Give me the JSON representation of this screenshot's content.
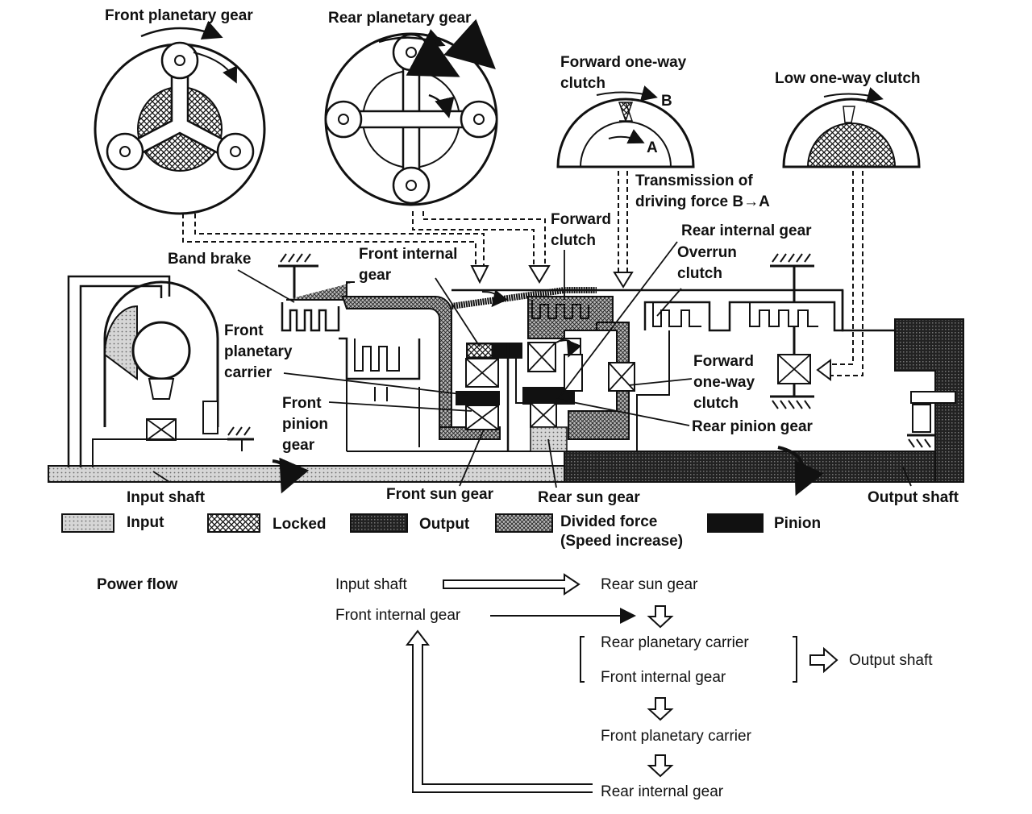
{
  "diagram": {
    "top_labels": {
      "front_planetary_gear": "Front planetary gear",
      "rear_planetary_gear": "Rear planetary gear",
      "forward_one_way_clutch_top": "Forward one-way clutch",
      "low_one_way_clutch": "Low one-way clutch",
      "label_b": "B",
      "label_a": "A",
      "transmission_note_line1": "Transmission of",
      "transmission_note_line2": "driving force B→A"
    },
    "component_labels": {
      "band_brake": "Band brake",
      "front_internal_gear": "Front internal gear",
      "forward_clutch": "Forward clutch",
      "rear_internal_gear": "Rear internal gear",
      "overrun_clutch": "Overrun clutch",
      "front_planetary_carrier": "Front planetary carrier",
      "forward_one_way_clutch": "Forward one-way clutch",
      "front_pinion_gear": "Front pinion gear",
      "rear_pinion_gear": "Rear pinion gear",
      "input_shaft": "Input shaft",
      "front_sun_gear": "Front sun gear",
      "rear_sun_gear": "Rear sun gear",
      "output_shaft": "Output shaft"
    },
    "legend": [
      {
        "label": "Input",
        "pattern": "input"
      },
      {
        "label": "Locked",
        "pattern": "locked"
      },
      {
        "label": "Output",
        "pattern": "output"
      },
      {
        "label": "Divided force (Speed increase)",
        "pattern": "divided"
      },
      {
        "label": "Pinion",
        "pattern": "pinion"
      }
    ]
  },
  "power_flow": {
    "title": "Power flow",
    "input_shaft": "Input shaft",
    "rear_sun_gear": "Rear sun gear",
    "front_internal_gear_1": "Front internal gear",
    "rear_planetary_carrier": "Rear planetary carrier",
    "front_internal_gear_2": "Front internal gear",
    "output_shaft": "Output shaft",
    "front_planetary_carrier": "Front planetary carrier",
    "rear_internal_gear": "Rear internal gear"
  }
}
